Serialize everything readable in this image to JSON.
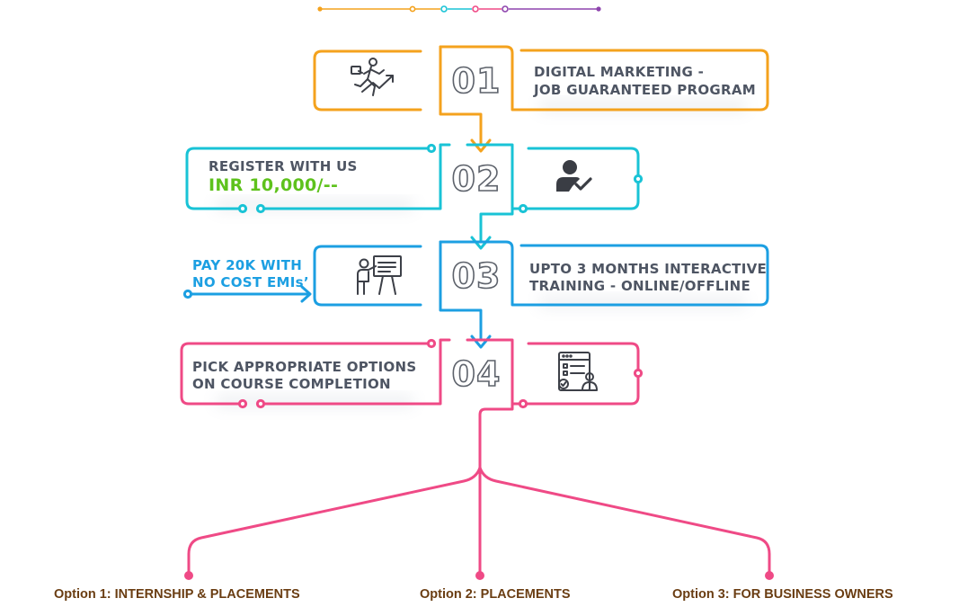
{
  "steps": [
    {
      "number": "01",
      "line1": "DIGITAL MARKETING -",
      "line2": "JOB GUARANTEED PROGRAM",
      "color": "#f4a21d",
      "icon": "running-businessman-growth-arrow-icon"
    },
    {
      "number": "02",
      "line1": "REGISTER WITH US",
      "price": "INR 10,000/--",
      "color": "#19c3d6",
      "icon": "user-check-icon"
    },
    {
      "number": "03",
      "line1": "UPTO 3 MONTHS INTERACTIVE",
      "line2": "TRAINING - ONLINE/OFFLINE",
      "side_line1": "PAY 20K WITH",
      "side_line2": "NO COST EMIs’",
      "color": "#1c9fe2",
      "icon": "presenter-board-icon"
    },
    {
      "number": "04",
      "line1": "PICK APPROPRIATE OPTIONS",
      "line2": "ON COURSE COMPLETION",
      "color": "#ef4a86",
      "icon": "checklist-user-icon"
    }
  ],
  "options": [
    {
      "label": "Option 1: INTERNSHIP & PLACEMENTS"
    },
    {
      "label": "Option 2: PLACEMENTS"
    },
    {
      "label": "Option 3: FOR BUSINESS OWNERS"
    }
  ],
  "colors": {
    "orange": "#f4a21d",
    "teal": "#19c3d6",
    "blue": "#1c9fe2",
    "pink": "#ef4a86",
    "purple": "#8e44ad",
    "option_text": "#6a3d12",
    "price": "#5ec21c",
    "body_text": "#4e5563"
  }
}
